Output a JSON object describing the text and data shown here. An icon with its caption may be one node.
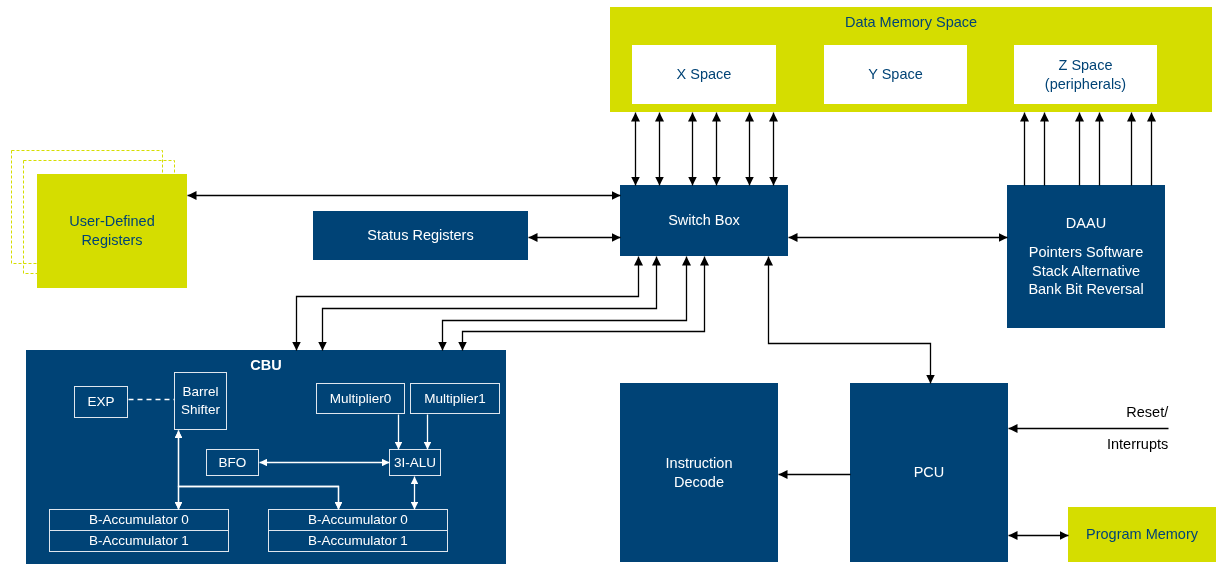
{
  "diagram": {
    "nodes": [
      {
        "text": [
          "Data Memory Space"
        ]
      },
      {
        "text": [
          "X Space"
        ],
        "in": 0
      },
      {
        "text": [
          "Y Space"
        ],
        "in": 0
      },
      {
        "text": [
          "Z Space (peripherals)"
        ],
        "in": 0
      },
      {
        "text": [
          "User-Defined Registers"
        ]
      },
      {
        "text": [
          "Status Registers"
        ]
      },
      {
        "text": [
          "Switch Box"
        ]
      },
      {
        "text": [
          "DAAU",
          "Pointers Software Stack Alternative Bank Bit Reversal"
        ]
      },
      {
        "text": [
          "CBU"
        ]
      },
      {
        "text": [
          "EXP"
        ],
        "in": 8
      },
      {
        "text": [
          "Barrel Shifter"
        ],
        "in": 8
      },
      {
        "text": [
          "Multiplier0"
        ],
        "in": 8
      },
      {
        "text": [
          "Multiplier1"
        ],
        "in": 8
      },
      {
        "text": [
          "BFO"
        ],
        "in": 8
      },
      {
        "text": [
          "3I-ALU"
        ],
        "in": 8
      },
      {
        "text": [
          "B-Accumulator 0"
        ],
        "in": 8
      },
      {
        "text": [
          "B-Accumulator 1"
        ],
        "in": 8
      },
      {
        "text": [
          "B-Accumulator 0"
        ],
        "in": 8
      },
      {
        "text": [
          "B-Accumulator 1"
        ],
        "in": 8
      },
      {
        "text": [
          "Instruction Decode"
        ]
      },
      {
        "text": [
          "PCU"
        ]
      },
      {
        "text": [
          "Program Memory"
        ]
      }
    ],
    "edges": [
      {
        "from": 6,
        "to": 0,
        "arrow": "both"
      },
      {
        "from": 6,
        "to": 0,
        "arrow": "both"
      },
      {
        "from": 6,
        "to": 0,
        "arrow": "both"
      },
      {
        "from": 6,
        "to": 0,
        "arrow": "both"
      },
      {
        "from": 6,
        "to": 0,
        "arrow": "both"
      },
      {
        "from": 6,
        "to": 0,
        "arrow": "both"
      },
      {
        "from": 7,
        "to": 0,
        "arrow": "to"
      },
      {
        "from": 7,
        "to": 0,
        "arrow": "to"
      },
      {
        "from": 7,
        "to": 0,
        "arrow": "to"
      },
      {
        "from": 7,
        "to": 0,
        "arrow": "to"
      },
      {
        "from": 7,
        "to": 0,
        "arrow": "to"
      },
      {
        "from": 7,
        "to": 0,
        "arrow": "to"
      },
      {
        "from": 4,
        "to": 6,
        "arrow": "both"
      },
      {
        "from": 5,
        "to": 6,
        "arrow": "both"
      },
      {
        "from": 6,
        "to": 7,
        "arrow": "both"
      },
      {
        "from": 6,
        "to": 8,
        "arrow": "both"
      },
      {
        "from": 6,
        "to": 8,
        "arrow": "both"
      },
      {
        "from": 6,
        "to": 8,
        "arrow": "both"
      },
      {
        "from": 6,
        "to": 8,
        "arrow": "both"
      },
      {
        "from": 6,
        "to": 20,
        "arrow": "both"
      },
      {
        "from": 20,
        "to": 19,
        "arrow": "to"
      },
      {
        "from": null,
        "to": 20,
        "arrow": "to",
        "label": "Reset/ Interrupts"
      },
      {
        "from": 20,
        "to": 21,
        "arrow": "both"
      },
      {
        "from": 9,
        "to": 10,
        "arrow": "none",
        "style": "dashed",
        "color": "#ffffff"
      },
      {
        "from": 11,
        "to": 14,
        "arrow": "to",
        "color": "#ffffff"
      },
      {
        "from": 12,
        "to": 14,
        "arrow": "to",
        "color": "#ffffff"
      },
      {
        "from": 13,
        "to": 14,
        "arrow": "both",
        "color": "#ffffff"
      },
      {
        "from": 10,
        "to": 15,
        "arrow": "both",
        "color": "#ffffff"
      },
      {
        "from": 17,
        "to": 10,
        "arrow": "both",
        "color": "#ffffff"
      },
      {
        "from": 17,
        "to": 15,
        "arrow": "both",
        "color": "#ffffff"
      },
      {
        "from": 14,
        "to": 17,
        "arrow": "both",
        "color": "#ffffff"
      }
    ]
  }
}
